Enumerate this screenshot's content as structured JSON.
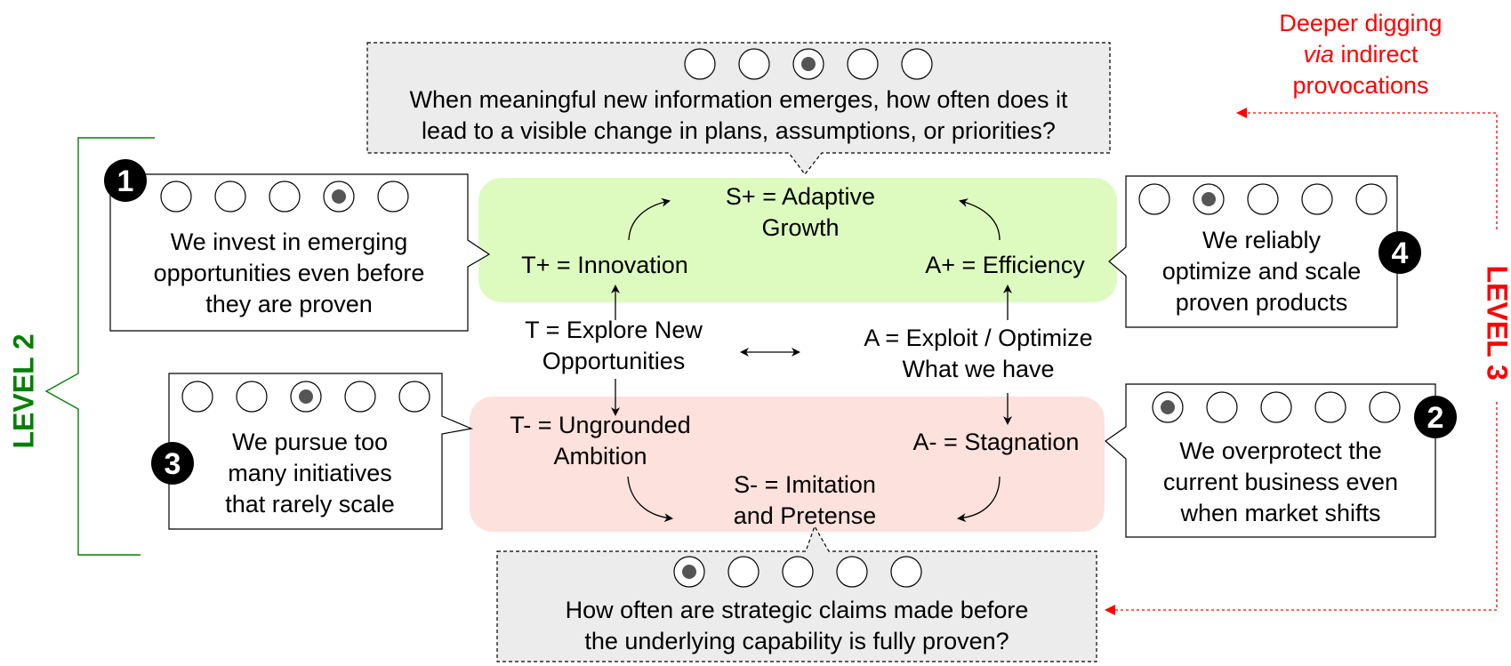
{
  "top_callout": {
    "question": [
      "When meaningful new information emerges, how often does it",
      "lead to a visible change in plans, assumptions, or priorities?"
    ],
    "scale": [
      false,
      false,
      true,
      false,
      false
    ]
  },
  "bottom_callout": {
    "question": [
      "How often are strategic claims made before",
      "the underlying capability is fully proven?"
    ],
    "scale": [
      true,
      false,
      false,
      false,
      false
    ]
  },
  "red_note": {
    "line1": "Deeper digging",
    "line2_italic": "via",
    "line2_rest": " indirect",
    "line3": "provocations"
  },
  "level_labels": {
    "level2": "LEVEL 2",
    "level3": "LEVEL 3"
  },
  "center": {
    "s_plus": [
      "S+ = Adaptive",
      "Growth"
    ],
    "t_plus": "T+ = Innovation",
    "a_plus": "A+ = Efficiency",
    "t_def": [
      "T =  Explore New",
      "Opportunities"
    ],
    "a_def": [
      "A = Exploit / Optimize",
      "What we have"
    ],
    "t_minus": [
      "T- = Ungrounded",
      "Ambition"
    ],
    "a_minus": "A- = Stagnation",
    "s_minus": [
      "S- = Imitation",
      "and Pretense"
    ]
  },
  "statements": {
    "s1": {
      "number": "1",
      "text": [
        "We invest in emerging",
        "opportunities even before",
        "they are proven"
      ],
      "scale": [
        false,
        false,
        false,
        true,
        false
      ]
    },
    "s4": {
      "number": "4",
      "text": [
        "We reliably",
        "optimize and scale",
        "proven products"
      ],
      "scale": [
        false,
        true,
        false,
        false,
        false
      ]
    },
    "s3": {
      "number": "3",
      "text": [
        "We pursue too",
        "many initiatives",
        "that rarely scale"
      ],
      "scale": [
        false,
        false,
        true,
        false,
        false
      ]
    },
    "s2": {
      "number": "2",
      "text": [
        "We overprotect the",
        "current business even",
        "when market shifts"
      ],
      "scale": [
        true,
        false,
        false,
        false,
        false
      ]
    }
  },
  "colors": {
    "green_zone": "#ddfbbf",
    "pink_zone": "#fde1dc",
    "callout_gray": "#ececec",
    "red_accent": "#ff0000",
    "green_accent": "#008000",
    "radio_fill": "#555555"
  }
}
